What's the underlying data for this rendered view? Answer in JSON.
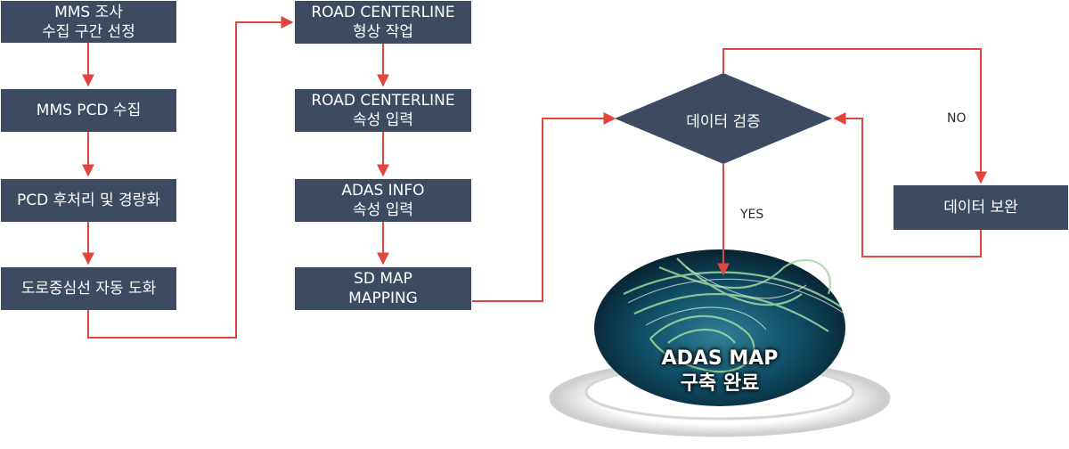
{
  "colors": {
    "box": "#3c4a62",
    "arrow": "#e0463e"
  },
  "col1": {
    "step1": {
      "line1": "MMS 조사",
      "line2": "수집 구간 선정"
    },
    "step2": {
      "line1": "MMS PCD 수집"
    },
    "step3": {
      "line1": "PCD 후처리 및 경량화"
    },
    "step4": {
      "line1": "도로중심선 자동 도화"
    }
  },
  "col2": {
    "step1": {
      "line1": "ROAD CENTERLINE",
      "line2": "형상 작업"
    },
    "step2": {
      "line1": "ROAD CENTERLINE",
      "line2": "속성 입력"
    },
    "step3": {
      "line1": "ADAS INFO",
      "line2": "속성 입력"
    },
    "step4": {
      "line1": "SD MAP",
      "line2": "MAPPING"
    }
  },
  "decision": {
    "label": "데이터 검증",
    "yes": "YES",
    "no": "NO"
  },
  "supplement": {
    "label": "데이터 보완"
  },
  "result": {
    "line1": "ADAS MAP",
    "line2": "구축 완료",
    "image": "road-interchange-point-cloud"
  }
}
